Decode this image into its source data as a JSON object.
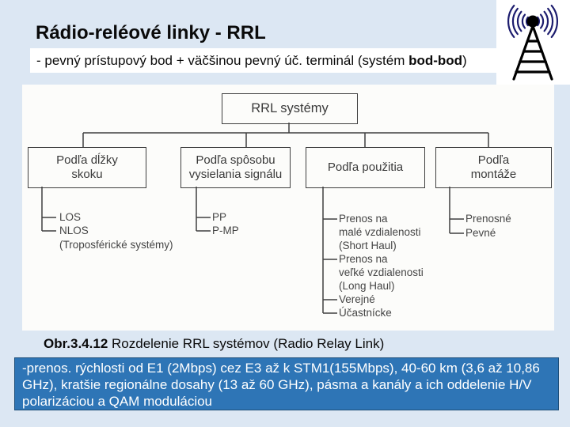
{
  "slide": {
    "title": "Rádio-reléové linky  - RRL",
    "subtitle_prefix": "- pevný prístupový bod + väčšinou pevný úč. terminál (systém ",
    "subtitle_bold": "bod-bod",
    "subtitle_suffix": ")",
    "caption_bold": "Obr.3.4.12",
    "caption_rest": " Rozdelenie RRL systémov (Radio Relay Link)",
    "footer": "-prenos. rýchlosti od E1 (2Mbps) cez E3 až k STM1(155Mbps), 40-60 km (3,6 až 10,86 GHz), kratšie regionálne dosahy (13 až 60 GHz), pásma a kanály a ich oddelenie H/V polarizáciou a QAM moduláciou"
  },
  "diagram": {
    "root": "RRL systémy",
    "branches": [
      {
        "label": "Podľa dĺžky skoku",
        "rows": [
          "LOS",
          "NLOS",
          "(Troposférické systémy)"
        ]
      },
      {
        "label": "Podľa spôsobu vysielania signálu",
        "rows": [
          "PP",
          "P-MP"
        ]
      },
      {
        "label": "Podľa použitia",
        "rows": [
          "Prenos na",
          "malé vzdialenosti",
          "(Short Haul)",
          "Prenos na",
          "veľké vzdialenosti",
          "(Long Haul)",
          "Verejné",
          "Účastnícke"
        ]
      },
      {
        "label": "Podľa montáže",
        "rows": [
          "Prenosné",
          "Pevné"
        ]
      }
    ]
  },
  "icons": {
    "antenna": "radio-tower-icon"
  },
  "colors": {
    "slide_background": "#dce7f3",
    "footer_background": "#2e75b6",
    "footer_border": "#1d4e79",
    "footer_text": "#ffffff",
    "diagram_ink": "#3f3f3f",
    "antenna_waves": "#1c1c6e",
    "antenna_tower": "#000000"
  }
}
